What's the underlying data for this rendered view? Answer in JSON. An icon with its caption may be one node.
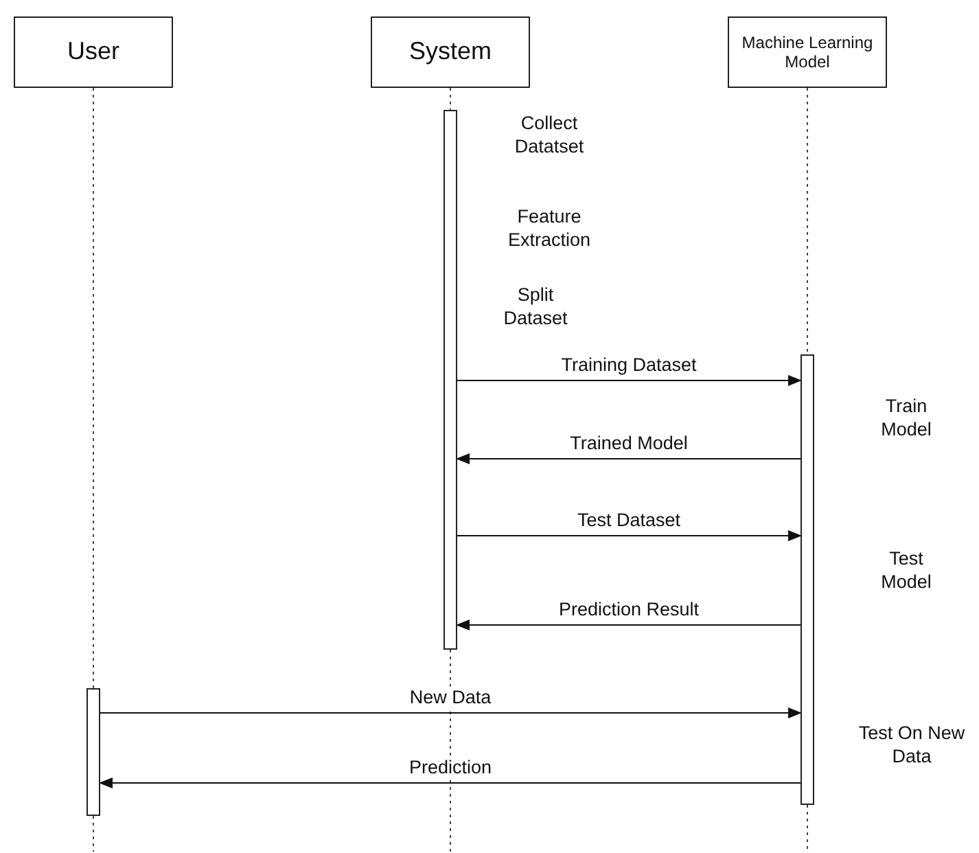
{
  "diagram": {
    "nodes": [
      {
        "text": [
          "User"
        ]
      },
      {
        "text": [
          "System"
        ]
      },
      {
        "text": [
          "Machine Learning Model"
        ]
      },
      {
        "text": [],
        "shape": "bar"
      },
      {
        "text": [],
        "shape": "bar"
      },
      {
        "text": [],
        "shape": "bar"
      }
    ],
    "labels": [
      "Collect Datatset",
      "Feature Extraction",
      "Split Dataset",
      "Train Model",
      "Test Model",
      "Test On New Data"
    ],
    "edges": [
      {
        "from": 3,
        "to": 4,
        "arrow": "to",
        "label": "Training Dataset"
      },
      {
        "from": 4,
        "to": 3,
        "arrow": "to",
        "label": "Trained Model"
      },
      {
        "from": 3,
        "to": 4,
        "arrow": "to",
        "label": "Test Dataset"
      },
      {
        "from": 4,
        "to": 3,
        "arrow": "to",
        "label": "Prediction Result"
      },
      {
        "from": 5,
        "to": 4,
        "arrow": "to",
        "label": "New Data"
      },
      {
        "from": 4,
        "to": 5,
        "arrow": "to",
        "label": "Prediction"
      },
      {
        "from": 0,
        "to": 5,
        "arrow": "none",
        "style": "dashed"
      },
      {
        "from": 1,
        "to": 3,
        "arrow": "none",
        "style": "dashed"
      },
      {
        "from": 2,
        "to": 4,
        "arrow": "none",
        "style": "dashed"
      }
    ]
  }
}
